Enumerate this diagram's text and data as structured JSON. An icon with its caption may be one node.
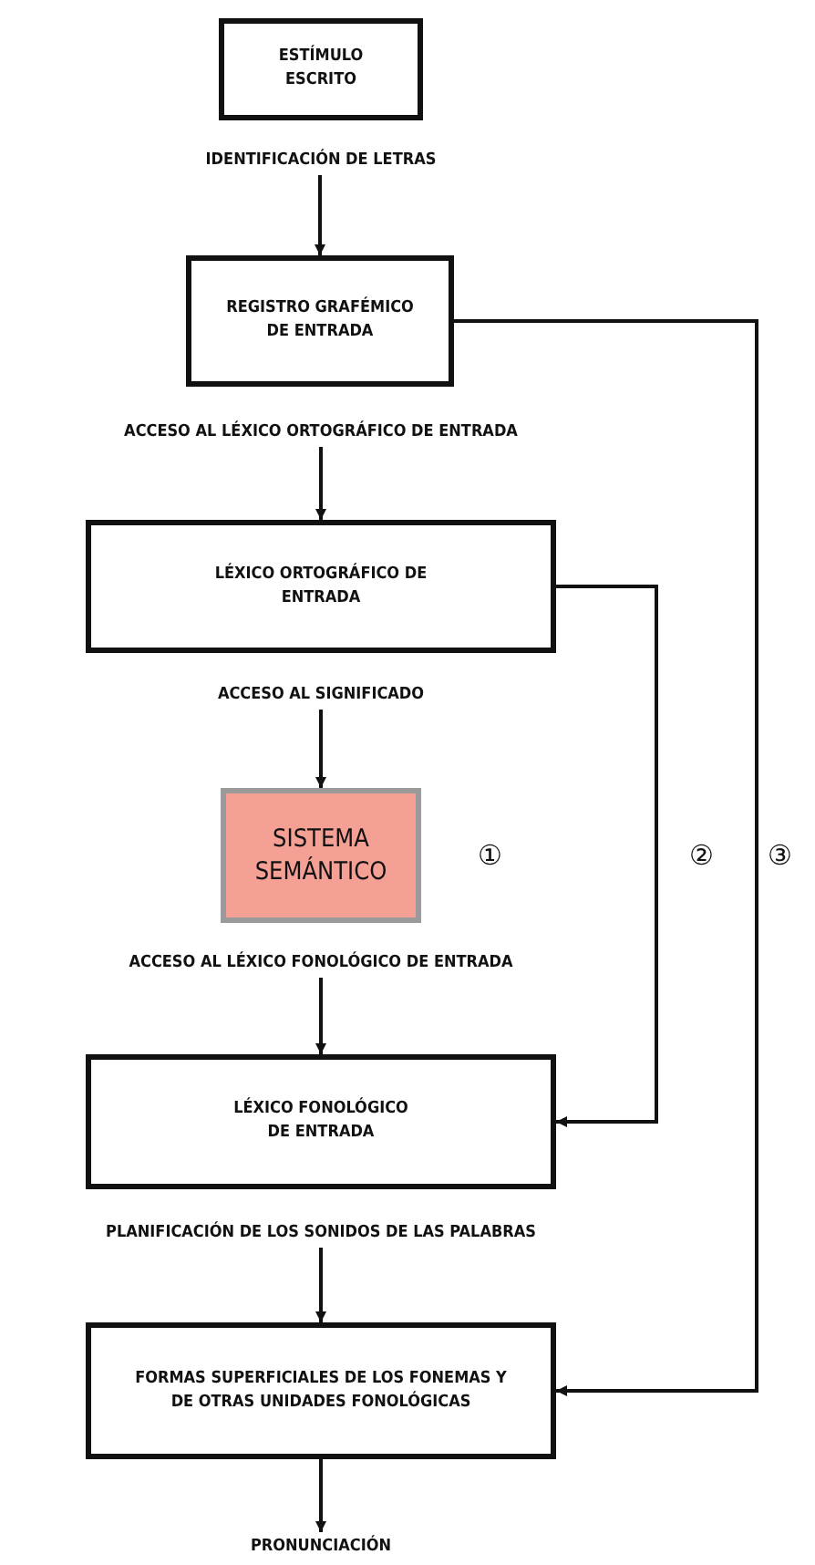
{
  "diagram": {
    "nodes": [
      {
        "text": [
          "ESTÍMULO ESCRITO"
        ]
      },
      {
        "text": [
          "IDENTIFICACIÓN DE LETRAS"
        ]
      },
      {
        "text": [
          "REGISTRO GRAFÉMICO DE ENTRADA"
        ]
      },
      {
        "text": [
          "ACCESO AL LÉXICO ORTOGRÁFICO DE ENTRADA"
        ]
      },
      {
        "text": [
          "LÉXICO ORTOGRÁFICO DE ENTRADA"
        ]
      },
      {
        "text": [
          "ACCESO AL SIGNIFICADO"
        ]
      },
      {
        "text": [
          "SISTEMA SEMÁNTICO"
        ]
      },
      {
        "text": [
          "ACCESO AL LÉXICO FONOLÓGICO DE ENTRADA"
        ]
      },
      {
        "text": [
          "LÉXICO FONOLÓGICO DE ENTRADA"
        ]
      },
      {
        "text": [
          "PLANIFICACIÓN DE LOS SONIDOS DE LAS PALABRAS"
        ]
      },
      {
        "text": [
          "FORMAS SUPERFICIALES DE LOS FONEMAS Y DE OTRAS UNIDADES FONOLÓGICAS"
        ]
      },
      {
        "text": [
          "PRONUNCIACIÓN"
        ]
      }
    ],
    "edges": [
      {
        "from": 1,
        "to": 2,
        "arrow": "to"
      },
      {
        "from": 2,
        "to": 10,
        "arrow": "to"
      },
      {
        "from": 3,
        "to": 4,
        "arrow": "to"
      },
      {
        "from": 4,
        "to": 8,
        "arrow": "to"
      },
      {
        "from": 5,
        "to": 6,
        "arrow": "to"
      },
      {
        "from": 7,
        "to": 8,
        "arrow": "to"
      },
      {
        "from": 9,
        "to": 10,
        "arrow": "to"
      },
      {
        "from": 10,
        "to": 11,
        "arrow": "to"
      }
    ],
    "labels": [
      "①",
      "②",
      "③"
    ]
  }
}
